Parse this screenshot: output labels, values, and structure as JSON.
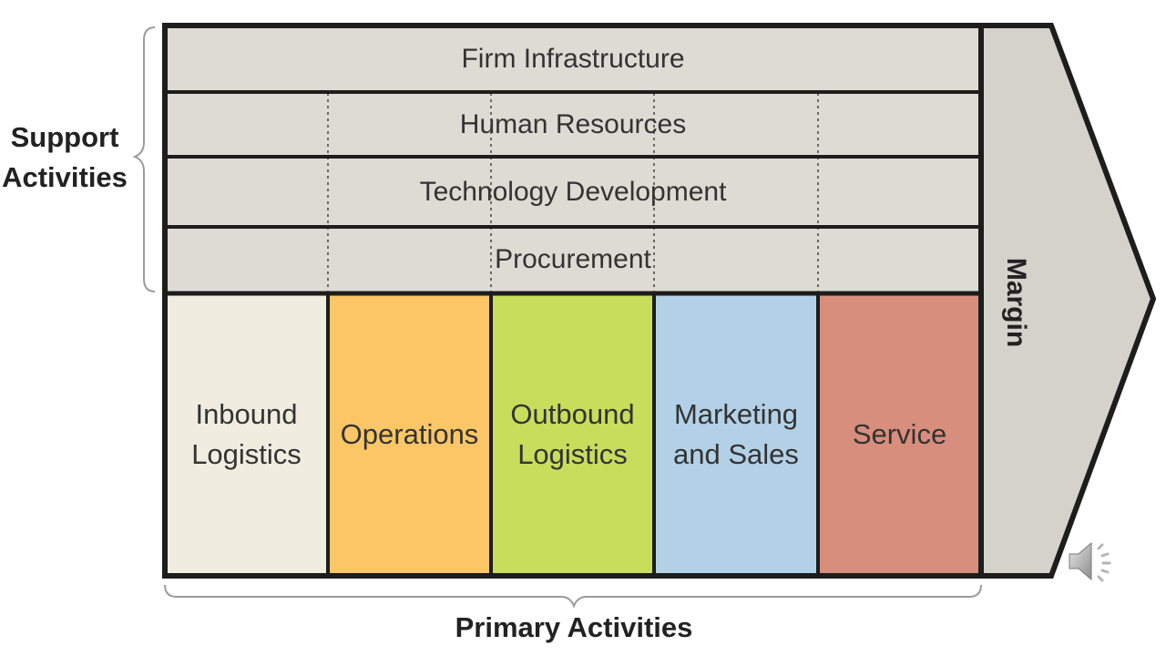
{
  "support_activities_label": "Support\nActivities",
  "support_rows": [
    {
      "label": "Firm Infrastructure"
    },
    {
      "label": "Human Resources"
    },
    {
      "label": "Technology Development"
    },
    {
      "label": "Procurement"
    }
  ],
  "primary_activities_label": "Primary Activities",
  "primary_columns": [
    {
      "label": "Inbound\nLogistics",
      "color": "#f0ece0"
    },
    {
      "label": "Operations",
      "color": "#fbc665"
    },
    {
      "label": "Outbound\nLogistics",
      "color": "#c8dd5c"
    },
    {
      "label": "Marketing\nand Sales",
      "color": "#b3d1e6"
    },
    {
      "label": "Service",
      "color": "#d88e7c"
    }
  ],
  "margin_label": "Margin",
  "colors": {
    "support_fill": "#dcdbd4",
    "margin_fill": "#d3d2cb",
    "outline": "#1d1d1d",
    "bracket": "#9b9b9b"
  },
  "icons": {
    "audio": "speaker-icon"
  }
}
